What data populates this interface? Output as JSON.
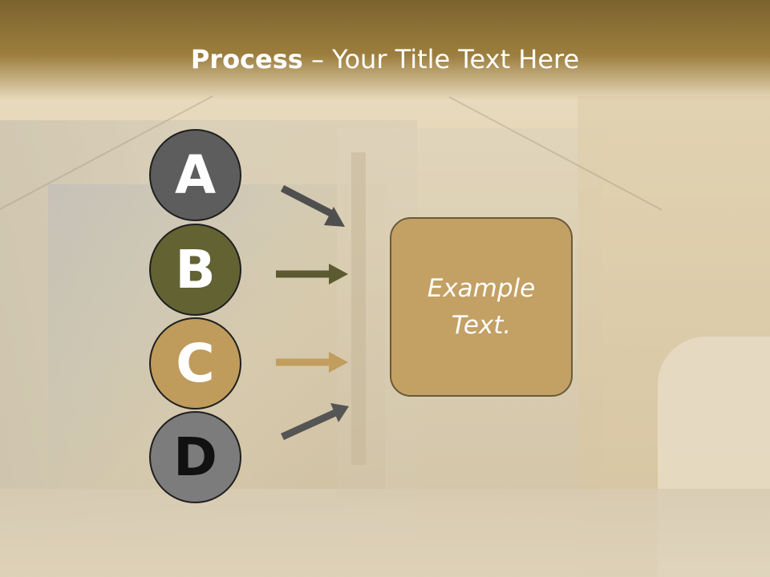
{
  "slide": {
    "title_bold": "Process",
    "title_rest": " – Your Title Text Here",
    "steps": [
      {
        "letter": "A",
        "color": "#5d5d5d"
      },
      {
        "letter": "B",
        "color": "#636233"
      },
      {
        "letter": "C",
        "color": "#bf9b5c"
      },
      {
        "letter": "D",
        "color": "#7c7c7c"
      }
    ],
    "box_text": "Example Text.",
    "accent_color": "#c3a064",
    "band_color": "#8a6c34",
    "arrow_colors": [
      "#4f4f4f",
      "#5b5a30",
      "#c19d5e",
      "#555555"
    ]
  }
}
